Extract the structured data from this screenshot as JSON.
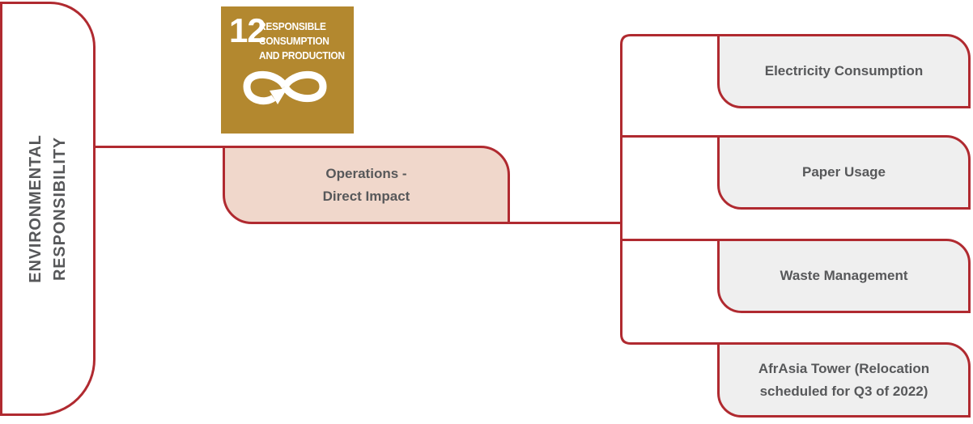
{
  "palette": {
    "line_red": "#B02A30",
    "branch_pink": "#F0D7CB",
    "leaf_gray": "#EFEFEF",
    "text_gray": "#57585A",
    "sdg_gold": "#B3882F",
    "sdg_text_white": "#FFFFFF"
  },
  "root": {
    "lines": [
      "ENVIRONMENTAL",
      "RESPONSIBILITY"
    ]
  },
  "sdg_badge": {
    "number": "12",
    "title_lines": [
      "RESPONSIBLE",
      "CONSUMPTION",
      "AND PRODUCTION"
    ],
    "icon": "mobius-loop-arrow-icon"
  },
  "branch": {
    "lines": [
      "Operations -",
      "Direct Impact"
    ]
  },
  "leaves": [
    {
      "label": "Electricity Consumption"
    },
    {
      "label": "Paper Usage"
    },
    {
      "label": "Waste Management"
    },
    {
      "lines": [
        "AfrAsia Tower (Relocation",
        "scheduled for Q3 of 2022)"
      ]
    }
  ]
}
